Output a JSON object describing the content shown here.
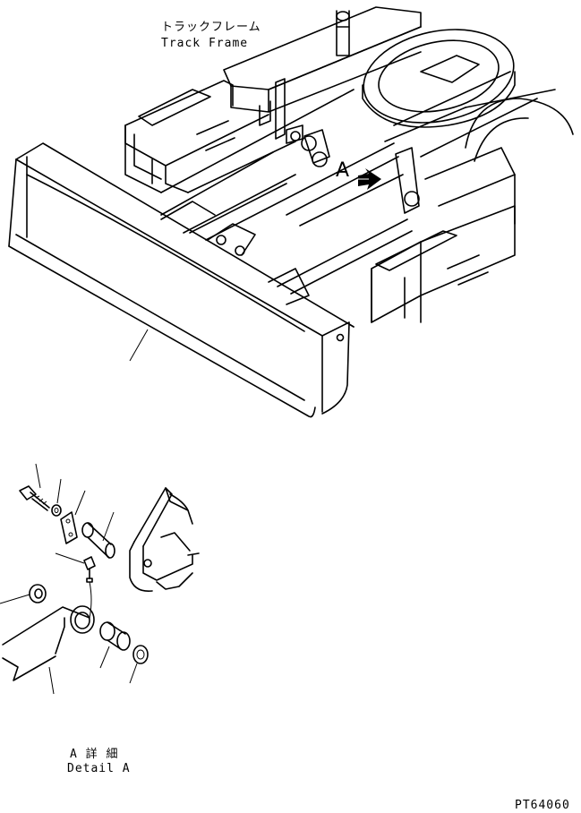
{
  "labels": {
    "track_frame_jp": "トラックフレーム",
    "track_frame_en": "Track Frame",
    "view_marker": "A",
    "detail_jp": "A 詳 細",
    "detail_en": "Detail A",
    "drawing_code": "PT64060"
  }
}
